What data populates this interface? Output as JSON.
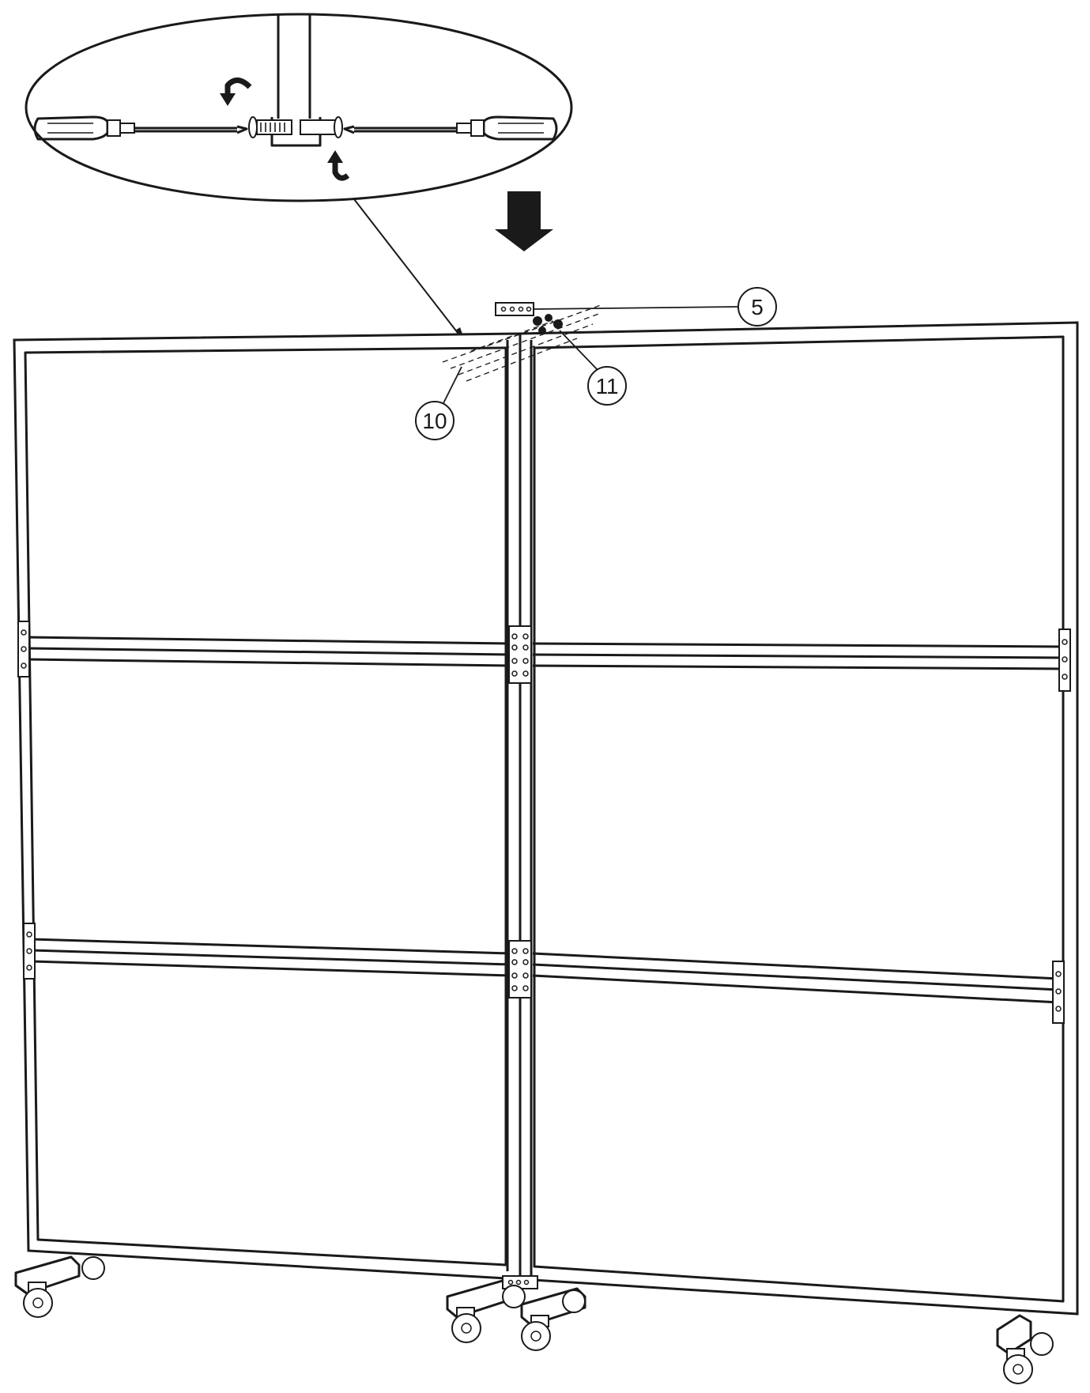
{
  "callouts": [
    {
      "id": "5",
      "label": "5"
    },
    {
      "id": "10",
      "label": "10"
    },
    {
      "id": "11",
      "label": "11"
    }
  ],
  "icons": {
    "detail_view": "magnified-bracket-detail",
    "tools": "screwdriver-icon",
    "rotation": "rotation-arrow-icon",
    "direction": "down-arrow-icon"
  },
  "colors": {
    "line": "#1a1a1a",
    "background": "#ffffff"
  }
}
